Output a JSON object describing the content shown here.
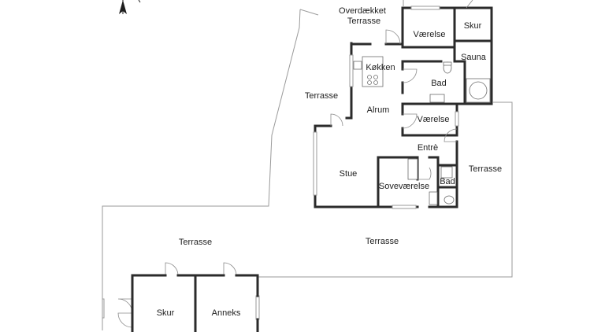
{
  "labels": {
    "covered_terrace_line1": "Overdækket",
    "covered_terrace_line2": "Terrasse",
    "vaerelse_top": "Værelse",
    "skur_top": "Skur",
    "kokken": "Køkken",
    "sauna": "Sauna",
    "bad_top": "Bad",
    "terrasse_left": "Terrasse",
    "alrum": "Alrum",
    "vaerelse_mid": "Værelse",
    "entre": "Entrè",
    "terrasse_right": "Terrasse",
    "stue": "Stue",
    "sovevaerelse": "Soveværelse",
    "bad_bottom": "Bad",
    "terrasse_lower_left": "Terrasse",
    "terrasse_lower_center": "Terrasse",
    "skur_bottom": "Skur",
    "anneks": "Anneks"
  },
  "icons": {
    "compass": "north-arrow-icon"
  }
}
